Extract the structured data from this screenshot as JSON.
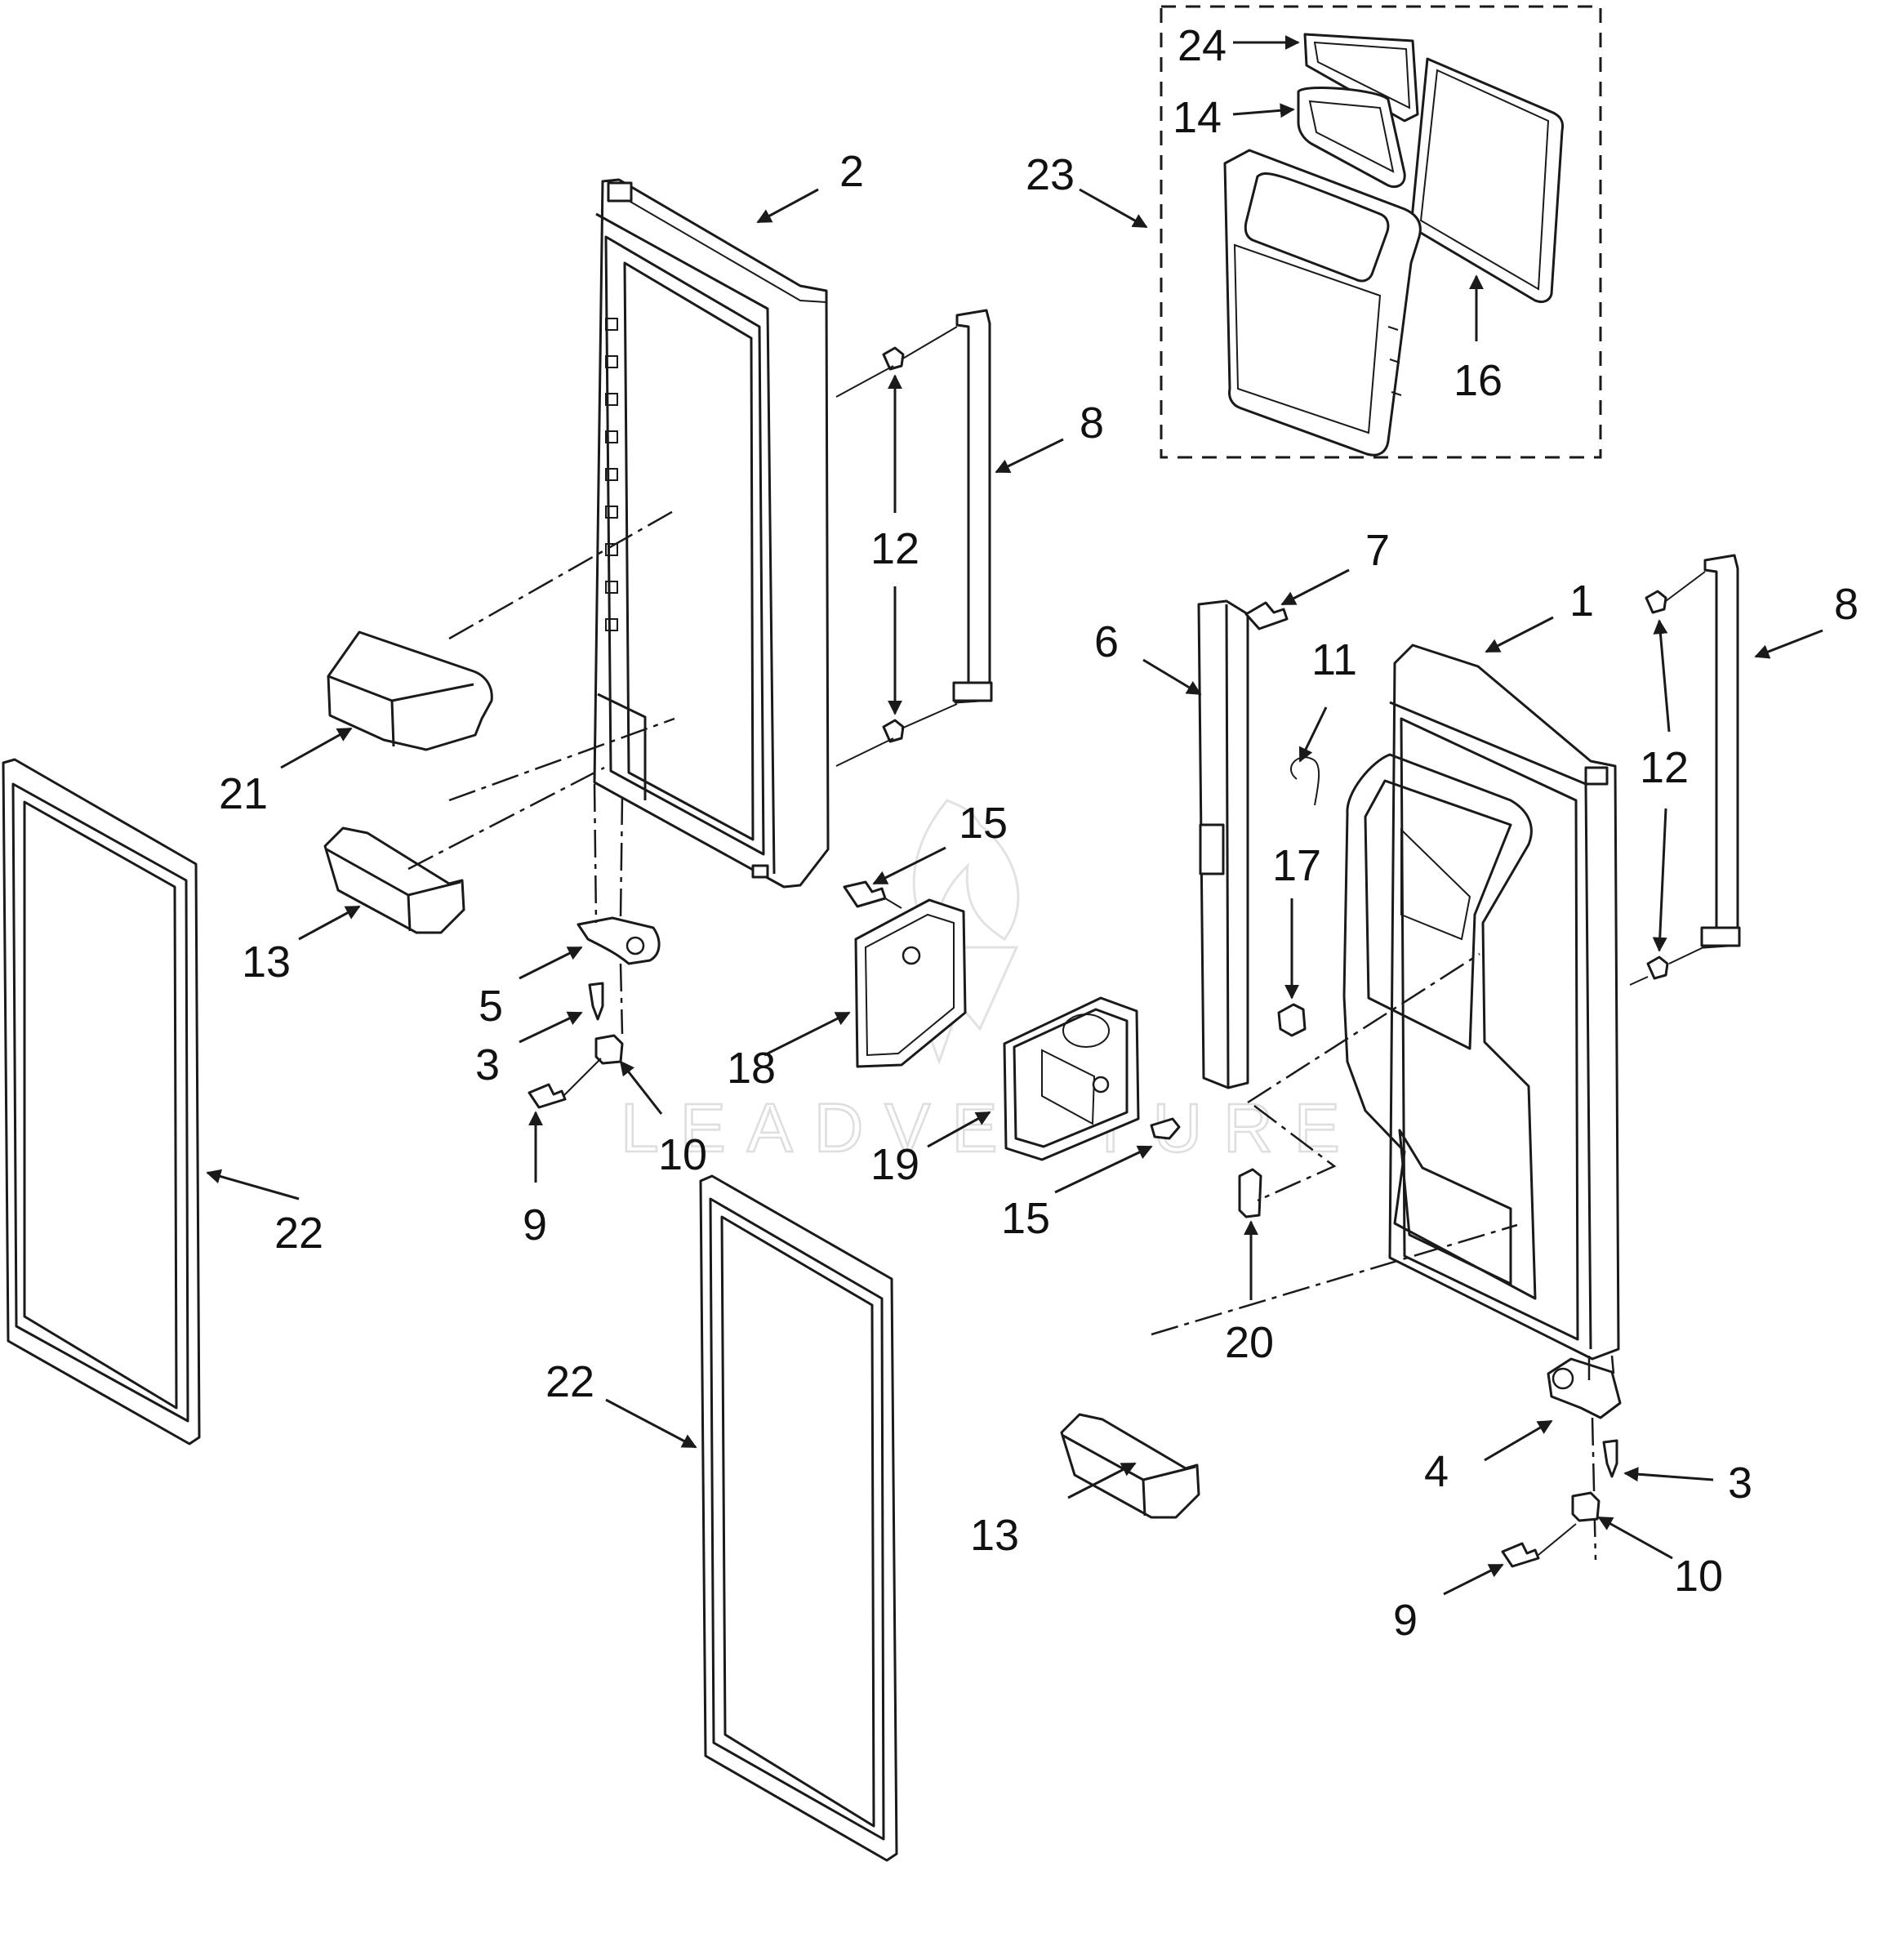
{
  "diagram": {
    "watermark": "LEADVENTURE",
    "callouts": [
      {
        "id": "c24",
        "text": "24"
      },
      {
        "id": "c14",
        "text": "14"
      },
      {
        "id": "c23",
        "text": "23"
      },
      {
        "id": "c16",
        "text": "16"
      },
      {
        "id": "c2",
        "text": "2"
      },
      {
        "id": "c8a",
        "text": "8"
      },
      {
        "id": "c12a",
        "text": "12"
      },
      {
        "id": "c21",
        "text": "21"
      },
      {
        "id": "c13a",
        "text": "13"
      },
      {
        "id": "c5",
        "text": "5"
      },
      {
        "id": "c3a",
        "text": "3"
      },
      {
        "id": "c9a",
        "text": "9"
      },
      {
        "id": "c10a",
        "text": "10"
      },
      {
        "id": "c22a",
        "text": "22"
      },
      {
        "id": "c22b",
        "text": "22"
      },
      {
        "id": "c15a",
        "text": "15"
      },
      {
        "id": "c18",
        "text": "18"
      },
      {
        "id": "c19",
        "text": "19"
      },
      {
        "id": "c15b",
        "text": "15"
      },
      {
        "id": "c7",
        "text": "7"
      },
      {
        "id": "c6",
        "text": "6"
      },
      {
        "id": "c11",
        "text": "11"
      },
      {
        "id": "c17",
        "text": "17"
      },
      {
        "id": "c20",
        "text": "20"
      },
      {
        "id": "c1",
        "text": "1"
      },
      {
        "id": "c8b",
        "text": "8"
      },
      {
        "id": "c12b",
        "text": "12"
      },
      {
        "id": "c13b",
        "text": "13"
      },
      {
        "id": "c4",
        "text": "4"
      },
      {
        "id": "c3b",
        "text": "3"
      },
      {
        "id": "c10b",
        "text": "10"
      },
      {
        "id": "c9b",
        "text": "9"
      }
    ]
  }
}
